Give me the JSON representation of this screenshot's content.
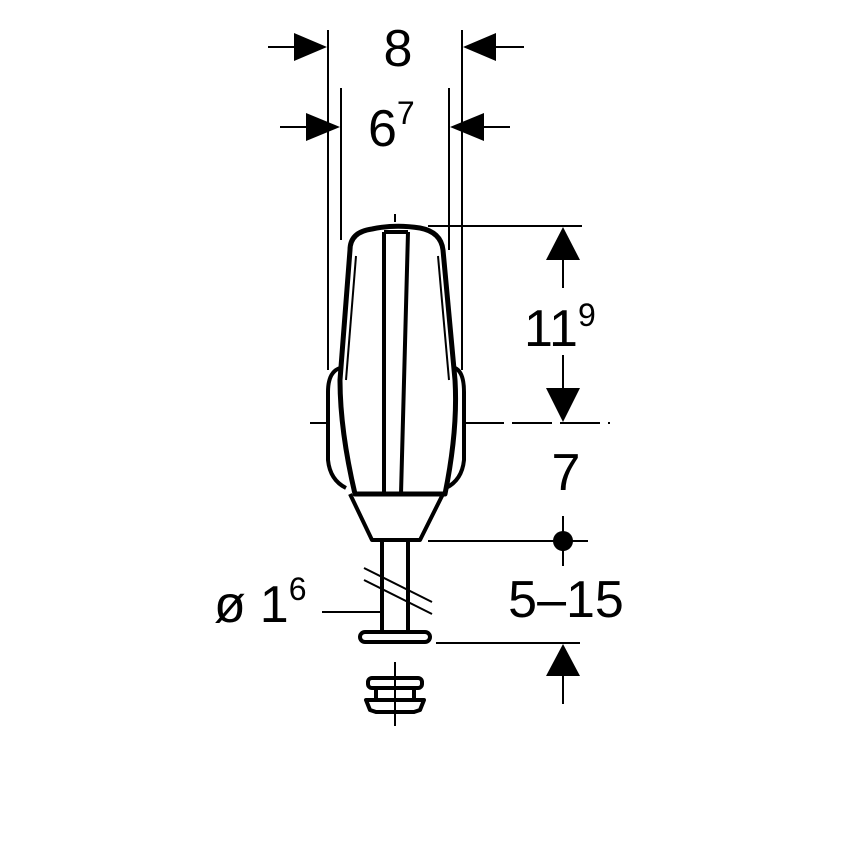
{
  "drawing": {
    "title": "Urinal flush valve dimensional drawing",
    "line_color": "#000000",
    "background": "#ffffff"
  },
  "dimensions": {
    "outer_width": {
      "main": "8",
      "sup": ""
    },
    "inner_width": {
      "main": "6",
      "sup": "7"
    },
    "body_height": {
      "main": "11",
      "sup": "9"
    },
    "lower_offset": {
      "main": "7",
      "sup": ""
    },
    "pipe_range": {
      "main": "5–15",
      "sup": ""
    },
    "pipe_diameter": {
      "prefix": "ø",
      "main": "1",
      "sup": "6"
    }
  }
}
